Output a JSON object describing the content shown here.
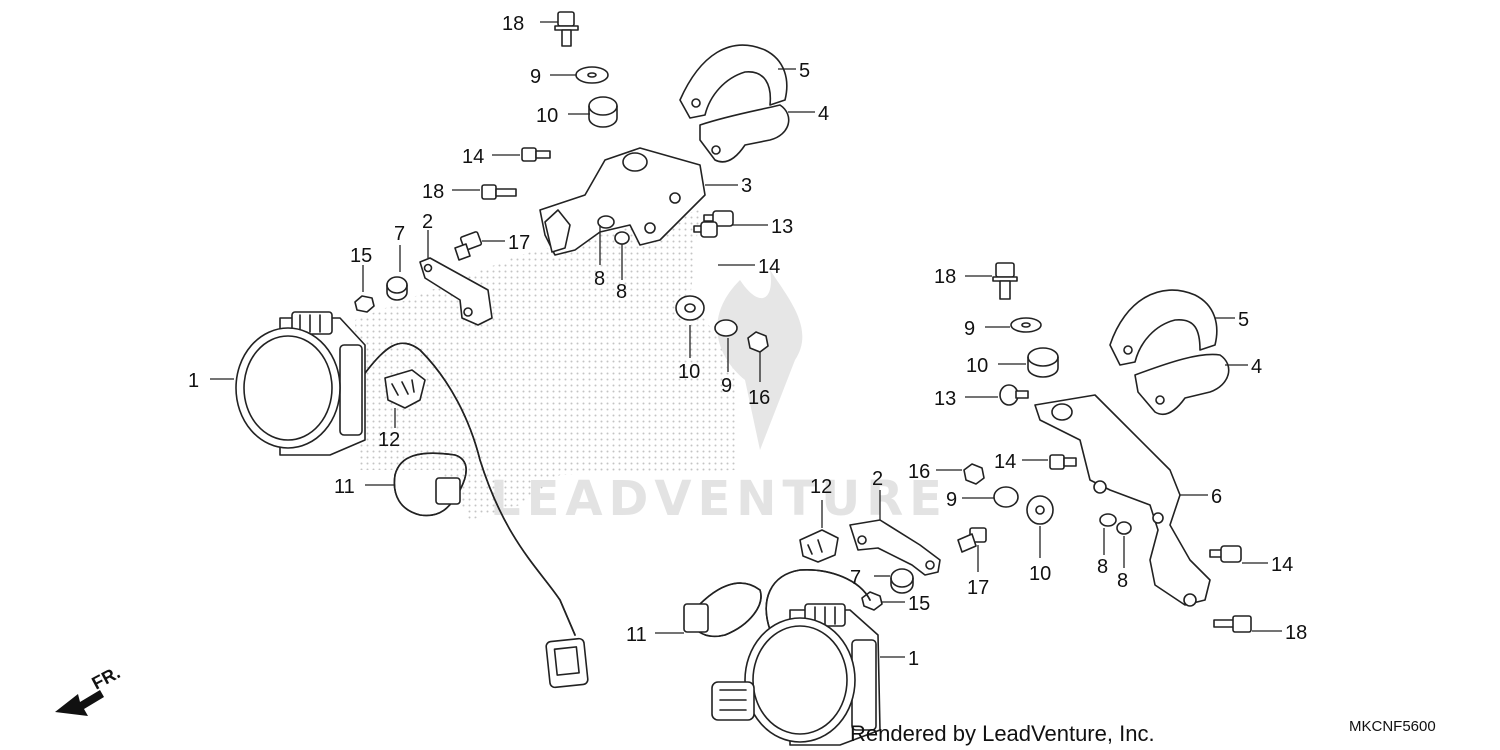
{
  "watermark": {
    "text": "LEADVENTURE"
  },
  "footer": {
    "rendered_by": "Rendered by LeadVenture, Inc.",
    "diagram_code": "MKCNF5600"
  },
  "orientation_arrow": {
    "label": "FR.",
    "icon": "front-direction-arrow-icon"
  },
  "callouts": {
    "left": {
      "p1": "1",
      "p2": "2",
      "p3": "3",
      "p4": "4",
      "p5": "5",
      "p7": "7",
      "p8a": "8",
      "p8b": "8",
      "p9a": "9",
      "p9b": "9",
      "p10a": "10",
      "p10b": "10",
      "p11": "11",
      "p12": "12",
      "p13": "13",
      "p14a": "14",
      "p14b": "14",
      "p15": "15",
      "p16": "16",
      "p17": "17",
      "p18a": "18",
      "p18b": "18"
    },
    "right": {
      "p1": "1",
      "p2": "2",
      "p4": "4",
      "p5": "5",
      "p6": "6",
      "p7": "7",
      "p8a": "8",
      "p8b": "8",
      "p9a": "9",
      "p9b": "9",
      "p10a": "10",
      "p10b": "10",
      "p11": "11",
      "p12": "12",
      "p13": "13",
      "p14a": "14",
      "p14b": "14",
      "p15": "15",
      "p16": "16",
      "p17": "17",
      "p18a": "18",
      "p18b": "18"
    }
  }
}
